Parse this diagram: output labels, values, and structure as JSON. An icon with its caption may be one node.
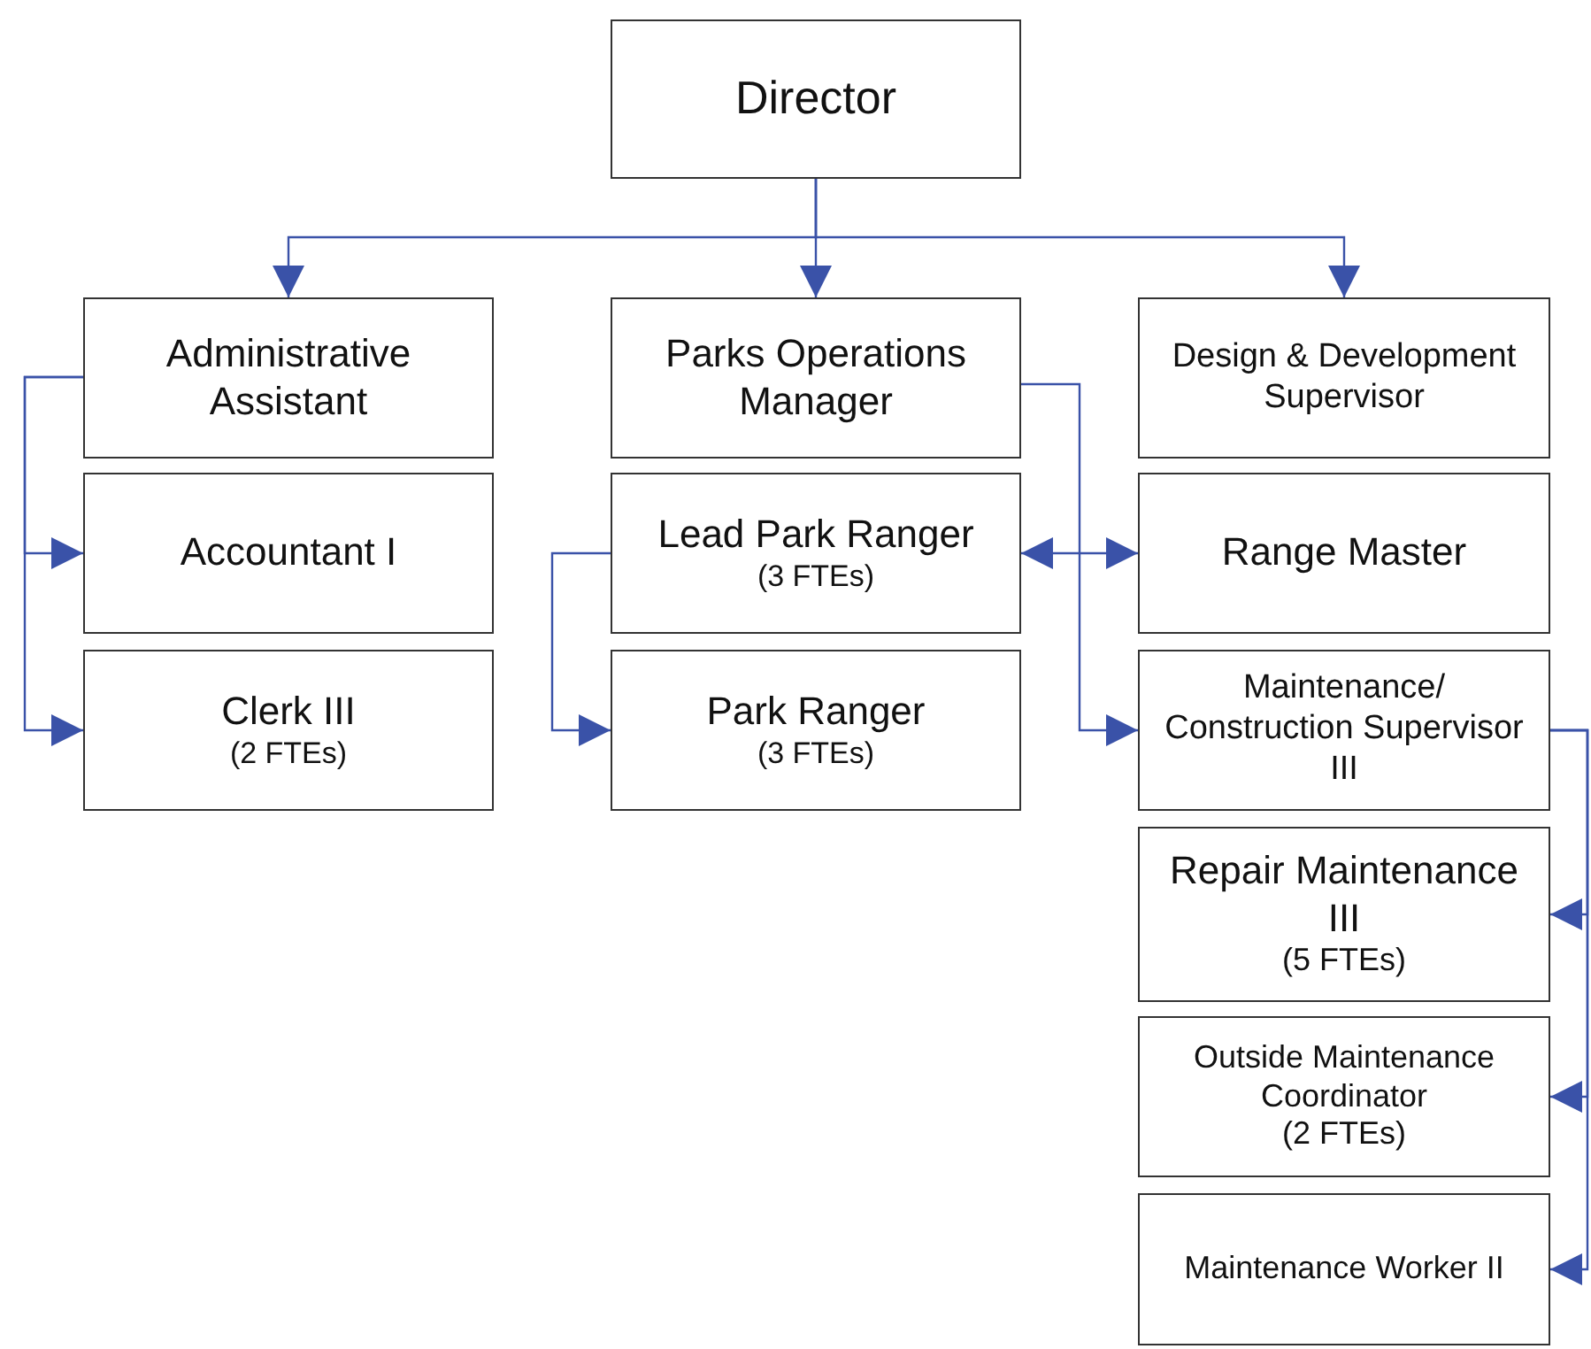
{
  "diagram": {
    "nodes": [
      {
        "text": [
          "Director"
        ]
      },
      {
        "text": [
          "Administrative Assistant"
        ]
      },
      {
        "text": [
          "Parks Operations Manager"
        ]
      },
      {
        "text": [
          "Design & Development Supervisor"
        ]
      },
      {
        "text": [
          "Accountant I"
        ]
      },
      {
        "text": [
          "Lead Park Ranger",
          "(3 FTEs)"
        ]
      },
      {
        "text": [
          "Range Master"
        ]
      },
      {
        "text": [
          "Clerk III",
          "(2 FTEs)"
        ]
      },
      {
        "text": [
          "Park Ranger",
          "(3 FTEs)"
        ]
      },
      {
        "text": [
          "Maintenance/ Construction Supervisor III"
        ]
      },
      {
        "text": [
          "Repair Maintenance III",
          "(5 FTEs)"
        ]
      },
      {
        "text": [
          "Outside Maintenance Coordinator",
          "(2 FTEs)"
        ]
      },
      {
        "text": [
          "Maintenance Worker II"
        ]
      }
    ],
    "edges": [
      {
        "from": 0,
        "to": 1,
        "arrow": "to"
      },
      {
        "from": 0,
        "to": 2,
        "arrow": "to"
      },
      {
        "from": 0,
        "to": 3,
        "arrow": "to"
      },
      {
        "from": 1,
        "to": 4,
        "arrow": "to"
      },
      {
        "from": 1,
        "to": 7,
        "arrow": "to"
      },
      {
        "from": 2,
        "to": 9,
        "arrow": "to"
      },
      {
        "from": 5,
        "to": 6,
        "arrow": "both"
      },
      {
        "from": 5,
        "to": 8,
        "arrow": "to"
      },
      {
        "from": 9,
        "to": 10,
        "arrow": "to"
      },
      {
        "from": 9,
        "to": 11,
        "arrow": "to"
      },
      {
        "from": 9,
        "to": 12,
        "arrow": "to"
      }
    ]
  }
}
